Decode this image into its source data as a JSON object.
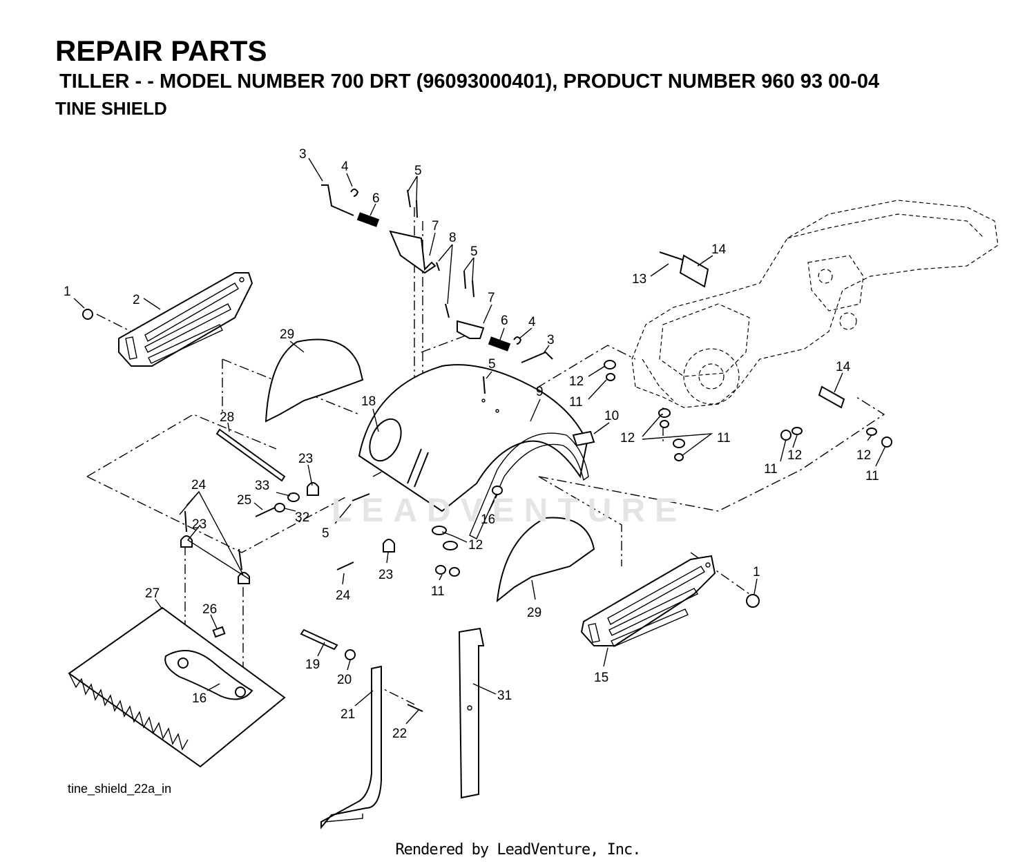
{
  "header": {
    "title": "REPAIR PARTS",
    "subtitle": "TILLER - - MODEL NUMBER 700 DRT (96093000401), PRODUCT NUMBER 960 93 00-04",
    "section": "TINE SHIELD"
  },
  "figure_id": "tine_shield_22a_in",
  "watermark": "LEADVENTURE",
  "footer": "Rendered by LeadVenture, Inc.",
  "callouts": [
    {
      "id": "c1a",
      "label": "1"
    },
    {
      "id": "c2",
      "label": "2"
    },
    {
      "id": "c3a",
      "label": "3"
    },
    {
      "id": "c4a",
      "label": "4"
    },
    {
      "id": "c5a",
      "label": "5"
    },
    {
      "id": "c6a",
      "label": "6"
    },
    {
      "id": "c7a",
      "label": "7"
    },
    {
      "id": "c8",
      "label": "8"
    },
    {
      "id": "c5b",
      "label": "5"
    },
    {
      "id": "c7b",
      "label": "7"
    },
    {
      "id": "c6b",
      "label": "6"
    },
    {
      "id": "c4b",
      "label": "4"
    },
    {
      "id": "c3b",
      "label": "3"
    },
    {
      "id": "c14a",
      "label": "14"
    },
    {
      "id": "c13",
      "label": "13"
    },
    {
      "id": "c29a",
      "label": "29"
    },
    {
      "id": "c5c",
      "label": "5"
    },
    {
      "id": "c9",
      "label": "9"
    },
    {
      "id": "c12a",
      "label": "12"
    },
    {
      "id": "c11a",
      "label": "11"
    },
    {
      "id": "c14b",
      "label": "14"
    },
    {
      "id": "c18",
      "label": "18"
    },
    {
      "id": "c28",
      "label": "28"
    },
    {
      "id": "c10",
      "label": "10"
    },
    {
      "id": "c12b",
      "label": "12"
    },
    {
      "id": "c11b",
      "label": "11"
    },
    {
      "id": "c23a",
      "label": "23"
    },
    {
      "id": "c24a",
      "label": "24"
    },
    {
      "id": "c25",
      "label": "25"
    },
    {
      "id": "c33",
      "label": "33"
    },
    {
      "id": "c32",
      "label": "32"
    },
    {
      "id": "c23b",
      "label": "23"
    },
    {
      "id": "c5d",
      "label": "5"
    },
    {
      "id": "c16a",
      "label": "16"
    },
    {
      "id": "c11c",
      "label": "11"
    },
    {
      "id": "c12c",
      "label": "12"
    },
    {
      "id": "c12d",
      "label": "12"
    },
    {
      "id": "c11d",
      "label": "11"
    },
    {
      "id": "c12e",
      "label": "12"
    },
    {
      "id": "c11e",
      "label": "11"
    },
    {
      "id": "c24b",
      "label": "24"
    },
    {
      "id": "c23c",
      "label": "23"
    },
    {
      "id": "c29b",
      "label": "29"
    },
    {
      "id": "c1b",
      "label": "1"
    },
    {
      "id": "c27",
      "label": "27"
    },
    {
      "id": "c26",
      "label": "26"
    },
    {
      "id": "c16b",
      "label": "16"
    },
    {
      "id": "c19",
      "label": "19"
    },
    {
      "id": "c20",
      "label": "20"
    },
    {
      "id": "c21",
      "label": "21"
    },
    {
      "id": "c22",
      "label": "22"
    },
    {
      "id": "c31",
      "label": "31"
    },
    {
      "id": "c15",
      "label": "15"
    }
  ]
}
